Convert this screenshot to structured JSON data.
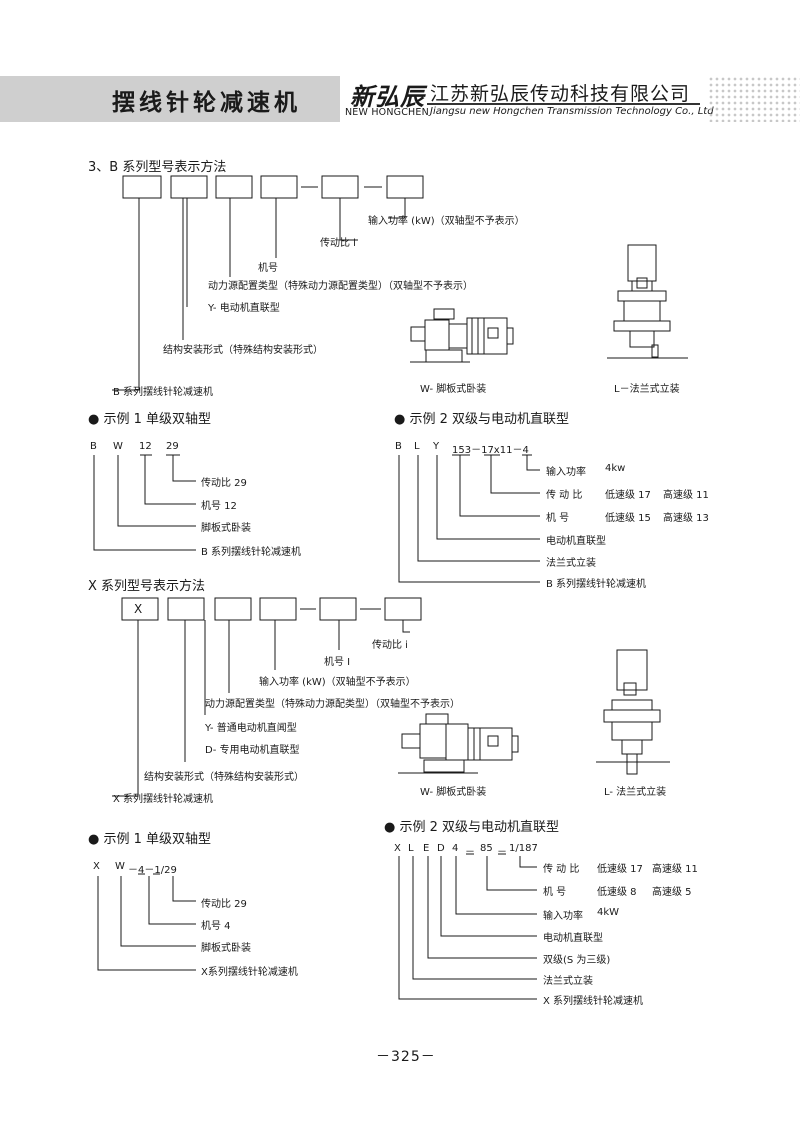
{
  "header": {
    "title": "摆线针轮减速机",
    "logo_cn": "新弘辰",
    "logo_en": "NEW HONGCHEN",
    "company_cn": "江苏新弘辰传动科技有限公司",
    "company_en": "Jiangsu new Hongchen Transmission Technology Co., Ltd"
  },
  "section_b": {
    "heading": "3、B 系列型号表示方法",
    "labels": {
      "power": "输入功率 (kW)（双轴型不予表示）",
      "ratio": "传动比 i",
      "frame": "机号",
      "drive": "动力源配置类型（特殊动力源配置类型）（双轴型不予表示）",
      "y_motor": "Y- 电动机直联型",
      "mount": "结构安装形式（特殊结构安装形式）",
      "series": "B 系列摆线针轮减速机"
    },
    "fig_w": "W- 脚板式卧装",
    "fig_l": "L－法兰式立装",
    "ex1": {
      "title": "● 示例 1  单级双轴型",
      "codes": [
        "B",
        "W",
        "12",
        "29"
      ],
      "labels": [
        "传动比  29",
        "机号 12",
        "脚板式卧装",
        "B 系列摆线针轮减速机"
      ]
    },
    "ex2": {
      "title": "● 示例 2  双级与电动机直联型",
      "codes": [
        "B",
        "L",
        "Y",
        "153－17x11－4"
      ],
      "labels": {
        "power": "输入功率",
        "power_val": "4kw",
        "ratio": "传 动 比",
        "ratio_low": "低速级 17",
        "ratio_high": "高速级 11",
        "frame": "机       号",
        "frame_low": "低速级 15",
        "frame_high": "高速级 13",
        "motor": "电动机直联型",
        "flange": "法兰式立装",
        "series": "B 系列摆线针轮减速机"
      }
    }
  },
  "section_x": {
    "heading": "X 系列型号表示方法",
    "box1": "X",
    "labels": {
      "ratio": "传动比  i",
      "frame": "机号  I",
      "power": "输入功率 (kW)（双轴型不予表示）",
      "drive": "动力源配置类型（特殊动力源配类型）（双轴型不予表示）",
      "y_motor": "Y- 普通电动机直闻型",
      "d_motor": "D- 专用电动机直联型",
      "mount": "结构安装形式（特殊结构安装形式）",
      "series": "X 系列摆线针轮减速机"
    },
    "fig_w": "W- 脚板式卧装",
    "fig_l": "L- 法兰式立装",
    "ex1": {
      "title": "● 示例 1  单级双轴型",
      "codes": [
        "X",
        "W",
        "－4－1/29"
      ],
      "labels": [
        "传动比  29",
        "机号 4",
        "脚板式卧装",
        "X系列摆线针轮减速机"
      ]
    },
    "ex2": {
      "title": "● 示例 2  双级与电动机直联型",
      "codes": [
        "X",
        "L",
        "E",
        "D",
        "4",
        "－",
        "85",
        "－",
        "1/187"
      ],
      "labels": {
        "ratio": "传 动 比",
        "ratio_low": "低速级 17",
        "ratio_high": "高速级 11",
        "frame": "机       号",
        "frame_low": "低速级 8",
        "frame_high": "高速级 5",
        "power": "输入功率",
        "power_val": "4kW",
        "motor": "电动机直联型",
        "two_stage": "双级(S 为三级)",
        "flange": "法兰式立装",
        "series": "X 系列摆线针轮减速机"
      }
    }
  },
  "page_number": "－325－"
}
